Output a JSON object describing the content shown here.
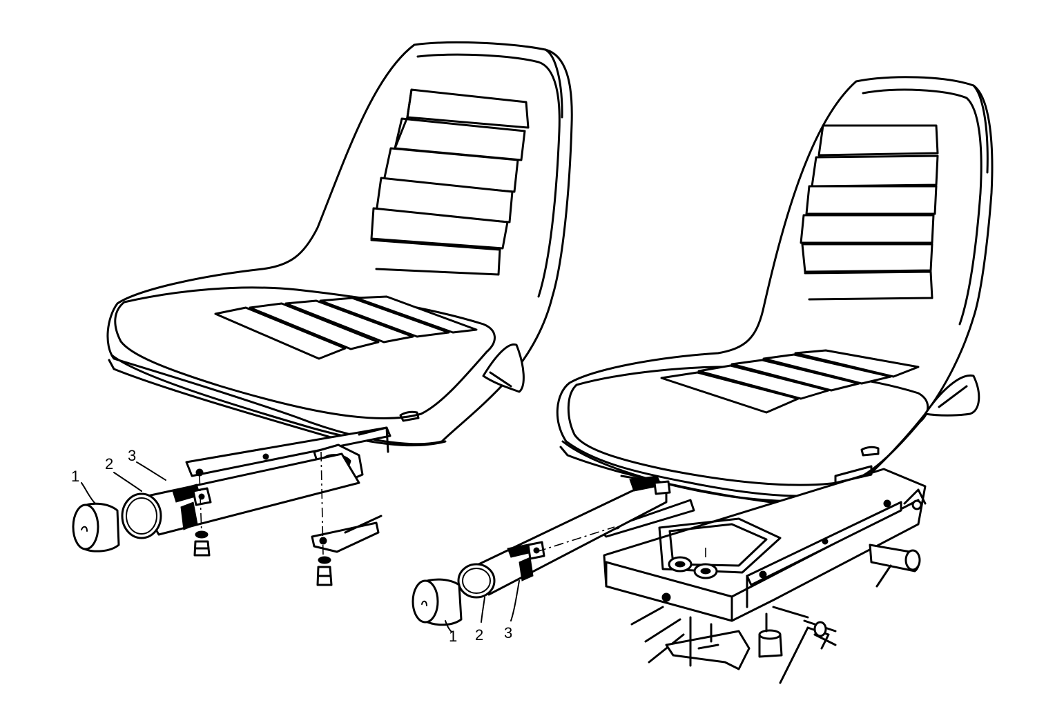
{
  "figure": {
    "left_assembly": {
      "callouts": [
        {
          "label": "1",
          "part": "end-cap"
        },
        {
          "label": "2",
          "part": "tube-sleeve"
        },
        {
          "label": "3",
          "part": "clamp-band"
        }
      ]
    },
    "right_assembly": {
      "callouts": [
        {
          "label": "1",
          "part": "end-cap"
        },
        {
          "label": "2",
          "part": "tube-sleeve"
        },
        {
          "label": "3",
          "part": "clamp-band"
        }
      ]
    }
  }
}
